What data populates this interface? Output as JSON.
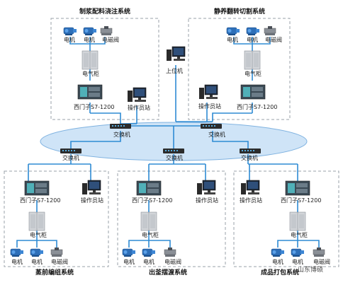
{
  "systems": {
    "top_left": {
      "title": "制浆配料浇注系统",
      "devices": [
        "电机",
        "电机",
        "电磁阀"
      ],
      "cabinet": "电气柜",
      "plc": "西门子S7-1200",
      "station": "操作员站"
    },
    "top_right": {
      "title": "静养翻转切割系统",
      "devices": [
        "电机",
        "电机",
        "电磁阀"
      ],
      "cabinet": "电气柜",
      "plc": "西门子S7-1200"
    },
    "bottom_left": {
      "title": "蒸前编组系统",
      "devices": [
        "电机",
        "电机",
        "电磁阀"
      ],
      "cabinet": "电气柜",
      "plc": "西门子S7-1200",
      "station": "操作员站"
    },
    "bottom_mid": {
      "title": "出釜摆渡系统",
      "devices": [
        "电机",
        "电机",
        "电磁阀"
      ],
      "cabinet": "电气柜",
      "plc": "西门子S7-1200",
      "station": "操作员站"
    },
    "bottom_right": {
      "title": "成品打包系统",
      "devices": [
        "电机",
        "电机",
        "电磁阀"
      ],
      "cabinet": "电气柜",
      "plc": "西门子S7-1200",
      "station": "操作员站"
    }
  },
  "central": {
    "upper_pc": "上位机",
    "operator_station": "操作员站",
    "switch_label": "交换机"
  },
  "watermark": "山东博硕",
  "colors": {
    "network": "#cfe4f7",
    "network_edge": "#7fb2e0",
    "link": "#2e8bd4",
    "dash": "#9aa0a8",
    "switch": "#2c2c2c"
  }
}
